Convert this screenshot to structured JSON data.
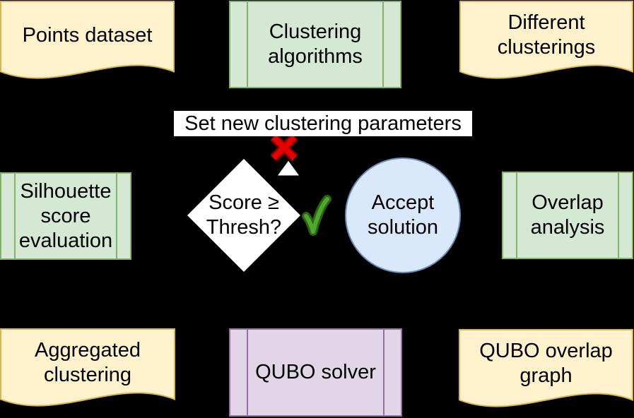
{
  "diagram": {
    "title_hint": "clustering pipeline flowchart",
    "background_color": "#000000",
    "nodes": {
      "points_dataset": {
        "label": "Points dataset",
        "shape": "document",
        "fill": "#FFF2CC",
        "stroke": "#D6B656"
      },
      "clustering_algorithms": {
        "label": "Clustering\nalgorithms",
        "shape": "predefined-process",
        "fill": "#D5E8D4",
        "stroke": "#82B366"
      },
      "different_clusterings": {
        "label": "Different\nclusterings",
        "shape": "document",
        "fill": "#FFF2CC",
        "stroke": "#D6B656"
      },
      "set_new_parameters": {
        "label": "Set new clustering parameters",
        "shape": "label",
        "fill": "#FFFFFF"
      },
      "score_threshold": {
        "label": "Score ≥\nThresh?",
        "shape": "decision-diamond",
        "fill": "#FFFFFF"
      },
      "accept_solution": {
        "label": "Accept\nsolution",
        "shape": "circle",
        "fill": "#DAE8FC",
        "stroke": "#6C8EBF"
      },
      "silhouette_evaluation": {
        "label": "Silhouette\nscore\nevaluation",
        "shape": "predefined-process",
        "fill": "#D5E8D4",
        "stroke": "#82B366"
      },
      "overlap_analysis": {
        "label": "Overlap\nanalysis",
        "shape": "predefined-process",
        "fill": "#D5E8D4",
        "stroke": "#82B366"
      },
      "aggregated_clustering": {
        "label": "Aggregated\nclustering",
        "shape": "document",
        "fill": "#FFF2CC",
        "stroke": "#D6B656"
      },
      "qubo_solver": {
        "label": "QUBO solver",
        "shape": "predefined-process",
        "fill": "#E1D5E7",
        "stroke": "#9673A6"
      },
      "qubo_overlap_graph": {
        "label": "QUBO overlap\ngraph",
        "shape": "document",
        "fill": "#FFF2CC",
        "stroke": "#D6B656"
      }
    },
    "icons": {
      "reject_x": {
        "name": "red-x-icon",
        "color": "#E60000",
        "outline": "#8F0000"
      },
      "accept_check": {
        "name": "green-check-icon",
        "color": "#4EA72E",
        "outline": "#2C6414"
      }
    },
    "edge_color": "#000000"
  }
}
